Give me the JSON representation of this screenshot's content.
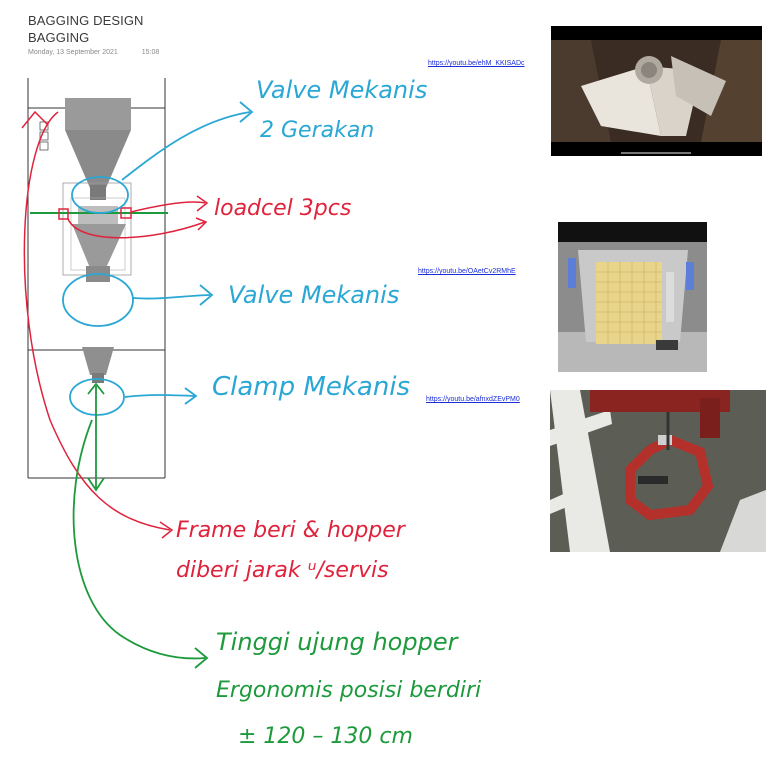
{
  "page": {
    "title_line1": "BAGGING DESIGN",
    "title_line2": "BAGGING",
    "date": "Monday, 13 September 2021",
    "time": "15:08"
  },
  "links": {
    "link1": "https://youtu.be/ehM_KKISADc",
    "link2": "https://youtu.be/OAetCv2RMhE",
    "link3": "https://youtu.be/afnxdZEvPM0"
  },
  "annotations": {
    "valve_line1": "Valve Mekanis",
    "valve_line2": "2 Gerakan",
    "loadcell": "loadcel 3pcs",
    "valve2": "Valve Mekanis",
    "clamp": "Clamp Mekanis",
    "frame_line1": "Frame beri & hopper",
    "frame_line2": "diberi jarak ᵘ/servis",
    "height_line1": "Tinggi ujung hopper",
    "height_line2": "Ergonomis posisi berdiri",
    "height_line3": "± 120 – 130 cm"
  },
  "colors": {
    "blue_ink": "#2aa7d4",
    "red_ink": "#e0233c",
    "green_ink": "#1d9a3c",
    "link": "#1b2dd6"
  }
}
